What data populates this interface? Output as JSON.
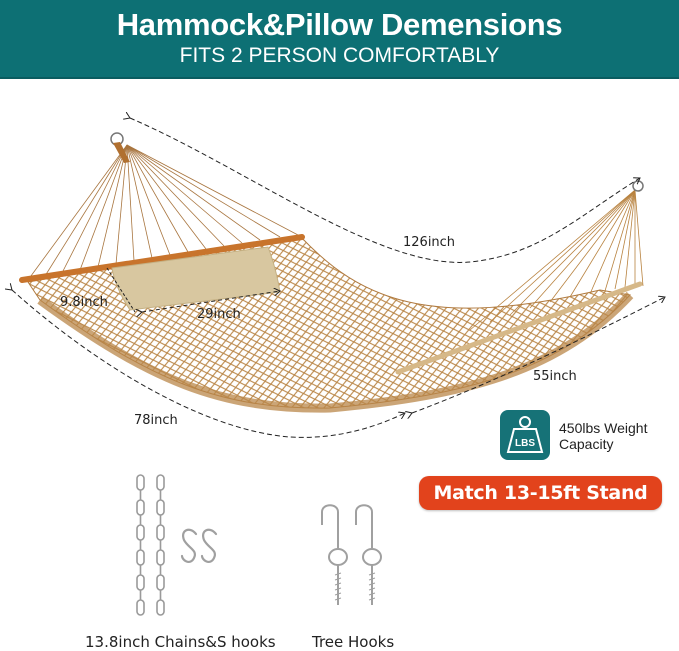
{
  "header": {
    "title": "Hammock&Pillow Demensions",
    "subtitle": "FITS 2 PERSON COMFORTABLY",
    "background_color": "#0d7074"
  },
  "dimensions": {
    "total_length": "126inch",
    "bed_length": "78inch",
    "bed_width": "55inch",
    "pillow_width": "29inch",
    "pillow_height": "9.8inch"
  },
  "capacity": {
    "icon": "weight-lbs-icon",
    "icon_label": "LBS",
    "line1": "450lbs Weight",
    "line2": "Capacity",
    "icon_color": "#167277"
  },
  "stand_badge": {
    "label": "Match 13-15ft Stand",
    "color": "#e2431c"
  },
  "accessories": [
    {
      "icon": "chain-icon",
      "label": "13.8inch Chains&S hooks"
    },
    {
      "icon": "tree-hook-icon",
      "label": "Tree Hooks"
    }
  ]
}
